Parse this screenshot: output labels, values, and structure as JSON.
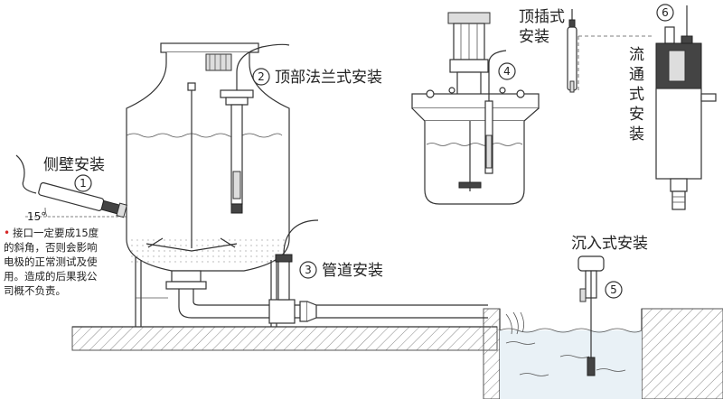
{
  "labels": {
    "side_wall": "侧壁安装",
    "top_flange": "顶部法兰式安装",
    "pipe": "管道安装",
    "top_insert": "顶插式安装",
    "flow_through": "流通式安装",
    "immersion": "沉入式安装",
    "angle": "15°"
  },
  "markers": [
    "1",
    "2",
    "3",
    "4",
    "5",
    "6"
  ],
  "note": {
    "bullet": "•",
    "lines": [
      "接口一定要成15度",
      "的斜角，否则会影响",
      "电极的正常测试及使",
      "用。造成的后果我公",
      "司概不负责。"
    ]
  },
  "colors": {
    "line": "#333333",
    "bullet": "#d62828",
    "hatch": "#888888",
    "water": "#cfe3f0"
  }
}
